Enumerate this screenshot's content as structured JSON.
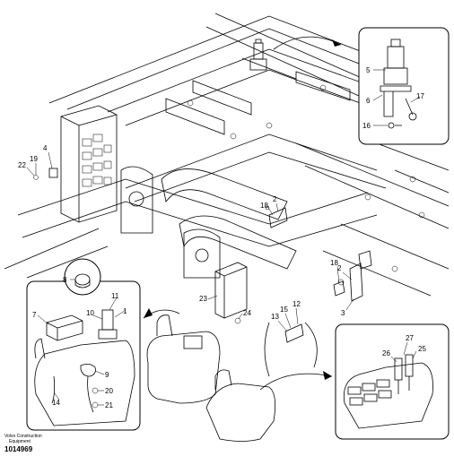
{
  "callouts": {
    "c1": "1",
    "c2": "2",
    "c3": "3",
    "c4": "4",
    "c5": "5",
    "c6": "6",
    "c7": "7",
    "c8": "8",
    "c9": "9",
    "c10": "10",
    "c11": "11",
    "c12": "12",
    "c13": "13",
    "c14": "14",
    "c15": "15",
    "c16": "16",
    "c17": "17",
    "c18": "18",
    "c19": "19",
    "c20": "20",
    "c21": "21",
    "c22": "22",
    "c23": "23",
    "c24": "24",
    "c25": "25",
    "c26": "26",
    "c27": "27"
  },
  "footer": {
    "brand_line1": "Volvo Construction",
    "brand_line2": "Equipment",
    "figure_code": "1014969"
  }
}
